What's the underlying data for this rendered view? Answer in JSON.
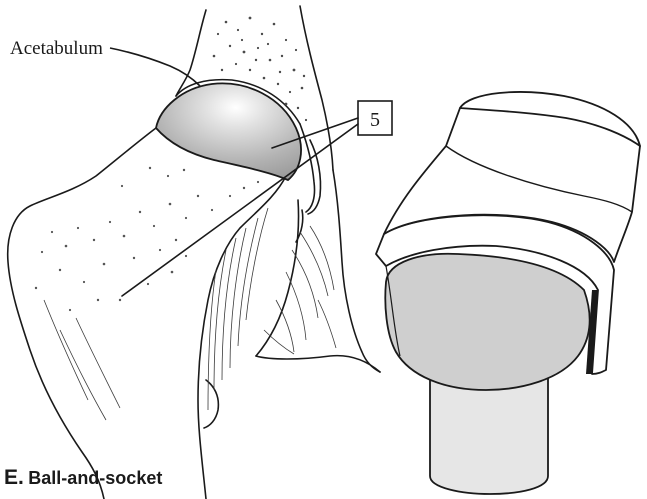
{
  "labels": {
    "acetabulum": "Acetabulum",
    "callout_number": "5"
  },
  "caption": {
    "letter": "E.",
    "text": "Ball-and-socket"
  },
  "colors": {
    "line": "#1a1a1a",
    "head_shade": "#bdbdbd",
    "ball_gray": "#cfcfcf",
    "cylinder_gray": "#e6e6e6",
    "stipple": "#4a4a4a"
  },
  "icons": {
    "femur": "femur-illustration",
    "model": "ball-and-socket-model-illustration"
  }
}
